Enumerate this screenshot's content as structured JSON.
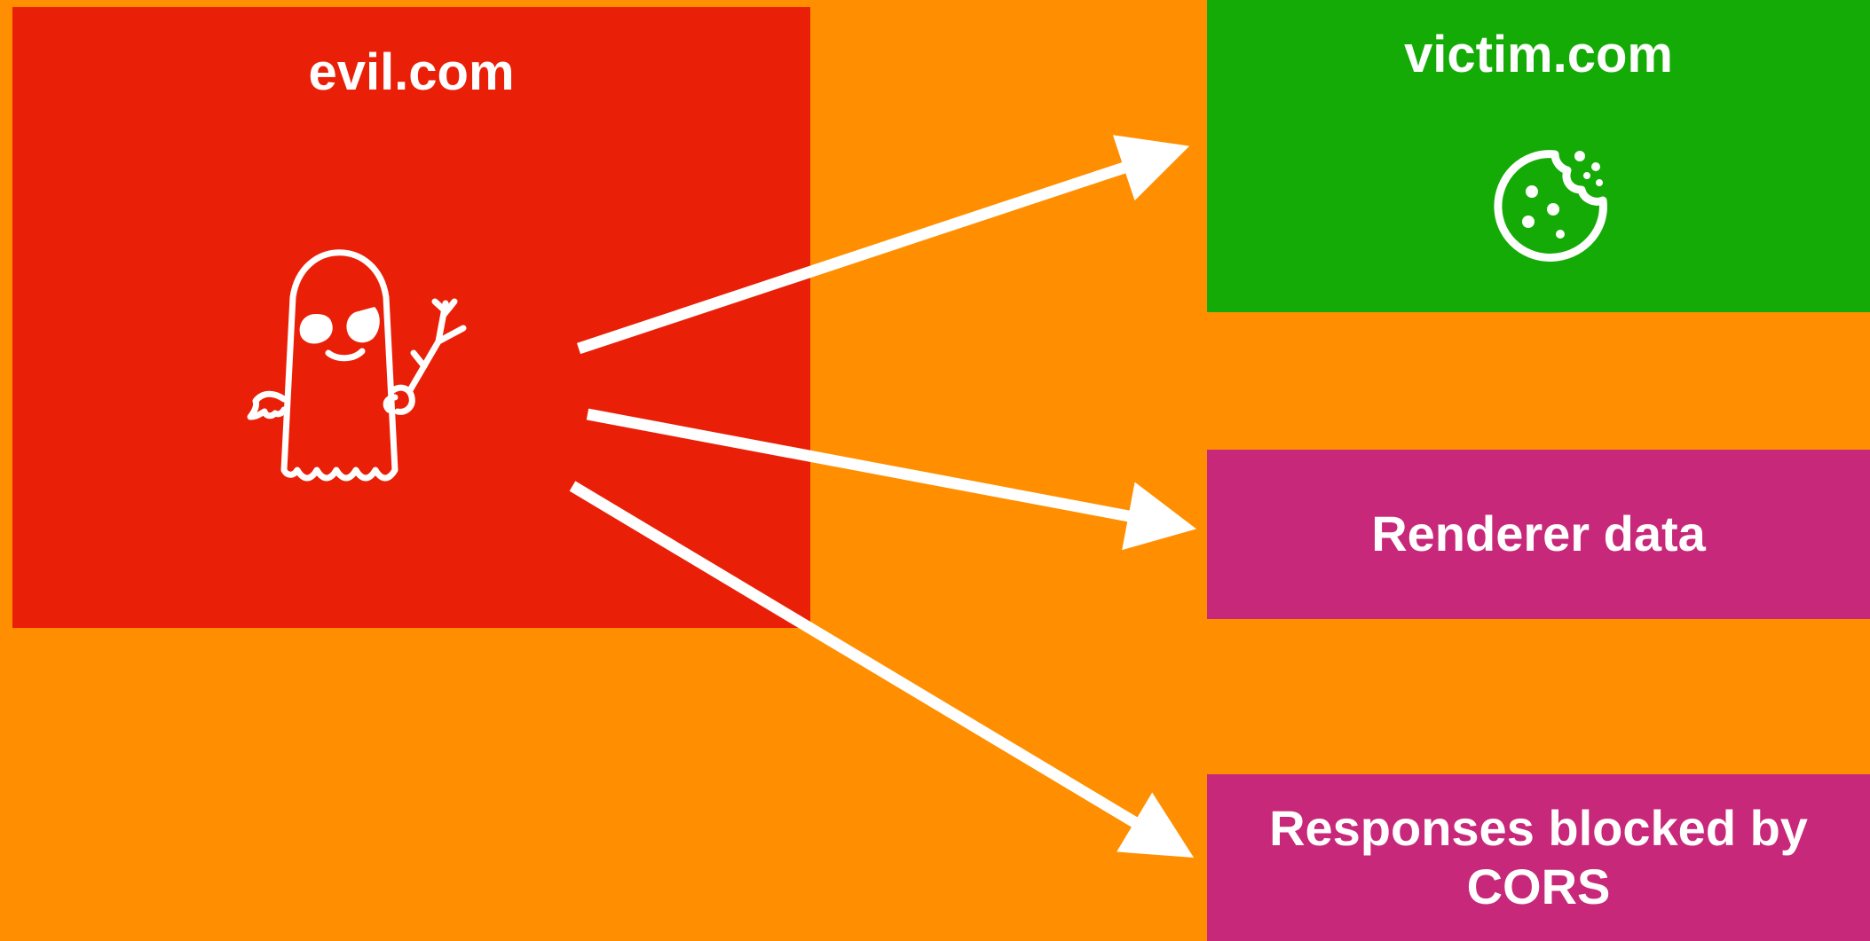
{
  "evil": {
    "title": "evil.com",
    "icon": "spectre-ghost-icon",
    "color": "#ea1f07"
  },
  "victim": {
    "title": "victim.com",
    "icon": "cookie-icon",
    "color": "#14ab06"
  },
  "targets": {
    "renderer_label": "Renderer data",
    "cors_label": "Responses blocked by CORS",
    "color": "#c8287a"
  },
  "background_color": "#ff8f00",
  "arrow_color": "#ffffff"
}
